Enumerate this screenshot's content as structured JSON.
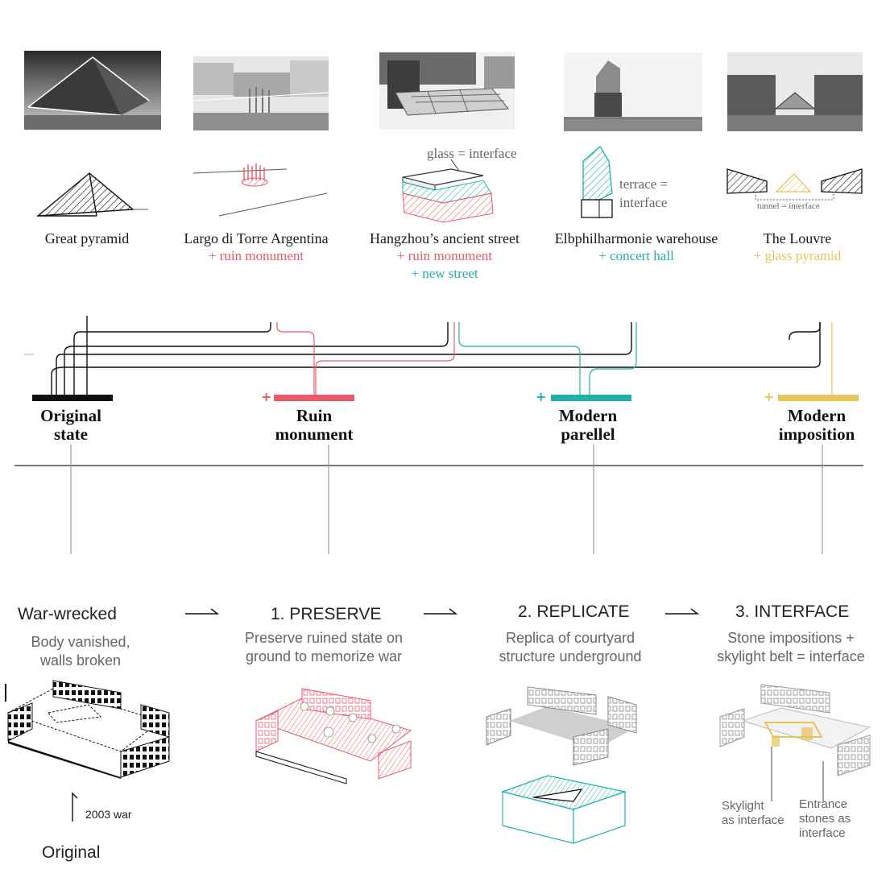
{
  "cases": [
    {
      "title": "Great pyramid",
      "additions": []
    },
    {
      "title": "Largo di Torre Argentina",
      "additions": [
        {
          "text": "+ ruin monument",
          "color": "#e85a6a"
        }
      ]
    },
    {
      "title": "Hangzhou’s ancient street",
      "additions": [
        {
          "text": "+ ruin monument",
          "color": "#e85a6a"
        },
        {
          "text": "+ new street",
          "color": "#1fb0a6"
        }
      ]
    },
    {
      "title": "Elbphilharmonie warehouse",
      "additions": [
        {
          "text": "+ concert hall",
          "color": "#1fb0a6"
        }
      ]
    },
    {
      "title": "The Louvre",
      "additions": [
        {
          "text": "+ glass pyramid",
          "color": "#e8c35a"
        }
      ]
    }
  ],
  "sketch_labels": {
    "glass_interface": "glass = interface",
    "terrace_interface_1": "terrace =",
    "terrace_interface_2": "interface",
    "tunnel_interface": "tunnel = interface"
  },
  "categories": [
    {
      "line1": "Original",
      "line2": "state",
      "color": "#111111",
      "plus": ""
    },
    {
      "line1": "Ruin",
      "line2": "monument",
      "color": "#e85a6a",
      "plus": "+"
    },
    {
      "line1": "Modern",
      "line2": "parellel",
      "color": "#1fb0a6",
      "plus": "+"
    },
    {
      "line1": "Modern",
      "line2": "imposition",
      "color": "#e8c35a",
      "plus": "+"
    }
  ],
  "steps": [
    {
      "title": "War-wrecked",
      "desc1": "Body vanished,",
      "desc2": "walls broken"
    },
    {
      "title": "1. PRESERVE",
      "desc1": "Preserve ruined state on",
      "desc2": "ground to memorize war"
    },
    {
      "title": "2. REPLICATE",
      "desc1": "Replica of courtyard",
      "desc2": "structure underground"
    },
    {
      "title": "3. INTERFACE",
      "desc1": "Stone impositions +",
      "desc2": "skylight  belt = interface"
    }
  ],
  "annotations": {
    "war": "2003 war",
    "original": "Original",
    "skylight1": "Skylight",
    "skylight2": "as interface",
    "entrance1": "Entrance",
    "entrance2": "stones as",
    "entrance3": "interface"
  },
  "colors": {
    "red": "#e85a6a",
    "teal": "#1fb0a6",
    "yellow": "#e8c35a",
    "black": "#111111",
    "grey": "#7a7a7a"
  }
}
